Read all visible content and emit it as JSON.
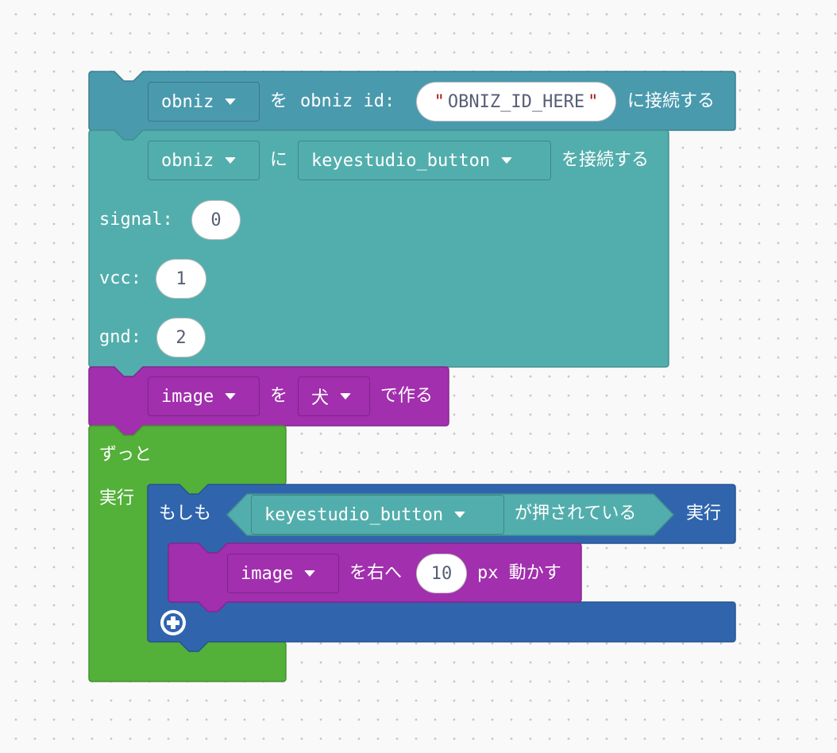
{
  "colors": {
    "connect_block": "#4a9aae",
    "parts_block": "#52aeac",
    "image_block": "#a22fae",
    "forever_block": "#53b039",
    "if_block": "#3065ae",
    "field_text": "#575e75",
    "string_quote": "#a31515"
  },
  "connect_block": {
    "var_dropdown": "obniz",
    "label_wo": "を",
    "label_id": "obniz id:",
    "id_value": "OBNIZ_ID_HERE",
    "quote_open": "\"",
    "quote_close": "\"",
    "label_connect": "に接続する"
  },
  "parts_block": {
    "obniz_dropdown": "obniz",
    "label_ni": "に",
    "part_dropdown": "keyestudio_button",
    "label_connect": "を接続する",
    "signal_label": "signal:",
    "signal_value": "0",
    "vcc_label": "vcc:",
    "vcc_value": "1",
    "gnd_label": "gnd:",
    "gnd_value": "2"
  },
  "image_create_block": {
    "var_dropdown": "image",
    "label_wo": "を",
    "image_dropdown": "犬",
    "label_make": "で作る"
  },
  "forever_block": {
    "label": "ずっと",
    "do_label": "実行"
  },
  "if_block": {
    "label_if": "もしも",
    "part_dropdown": "keyestudio_button",
    "label_pressed": "が押されている",
    "label_then": "実行",
    "add_icon": "plus-circle-icon"
  },
  "move_block": {
    "var_dropdown": "image",
    "label_right": "を右へ",
    "amount": "10",
    "label_unit": "px 動かす"
  }
}
